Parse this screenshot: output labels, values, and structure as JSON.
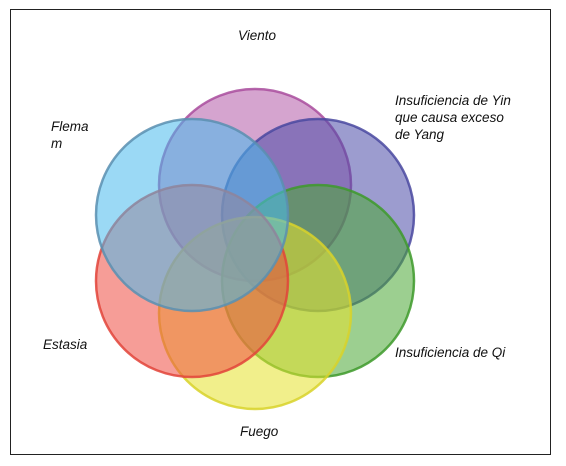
{
  "diagram": {
    "circles": [
      {
        "id": "viento",
        "color": "#b25aa8",
        "stroke": "#a94d9e"
      },
      {
        "id": "yin",
        "color": "#4b4aa8",
        "stroke": "#4a49a0"
      },
      {
        "id": "qi",
        "color": "#4ba835",
        "stroke": "#3e9a2c"
      },
      {
        "id": "fuego",
        "color": "#e6e12c",
        "stroke": "#d8d22a"
      },
      {
        "id": "estasia",
        "color": "#ee4d42",
        "stroke": "#e2443a"
      },
      {
        "id": "flema",
        "color": "#48b9ec",
        "stroke": "#5b8fb0"
      }
    ],
    "labels": {
      "viento": "Viento",
      "yin": "Insuficiencia de Yin\nque causa exceso\nde Yang",
      "qi": "Insuficiencia de Qi",
      "fuego": "Fuego",
      "estasia": "Estasia",
      "flema": "Flema\nm"
    }
  }
}
